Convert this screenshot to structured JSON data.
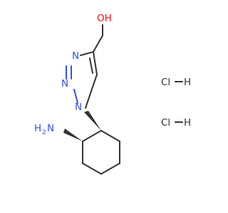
{
  "molecule": {
    "atoms": {
      "oh": "OH",
      "n3": "N",
      "n2": "N",
      "n1": "N",
      "nh2_h": "H",
      "nh2_2": "2",
      "nh2_n": "N"
    },
    "salts": [
      {
        "cl": "Cl",
        "dash": "—",
        "h": "H"
      },
      {
        "cl": "Cl",
        "dash": "—",
        "h": "H"
      }
    ],
    "colors": {
      "bond": "#333333",
      "nitrogen": "#3050f8",
      "oxygen": "#ff0d0d",
      "carbon_and_chlorine": "#333333"
    }
  }
}
